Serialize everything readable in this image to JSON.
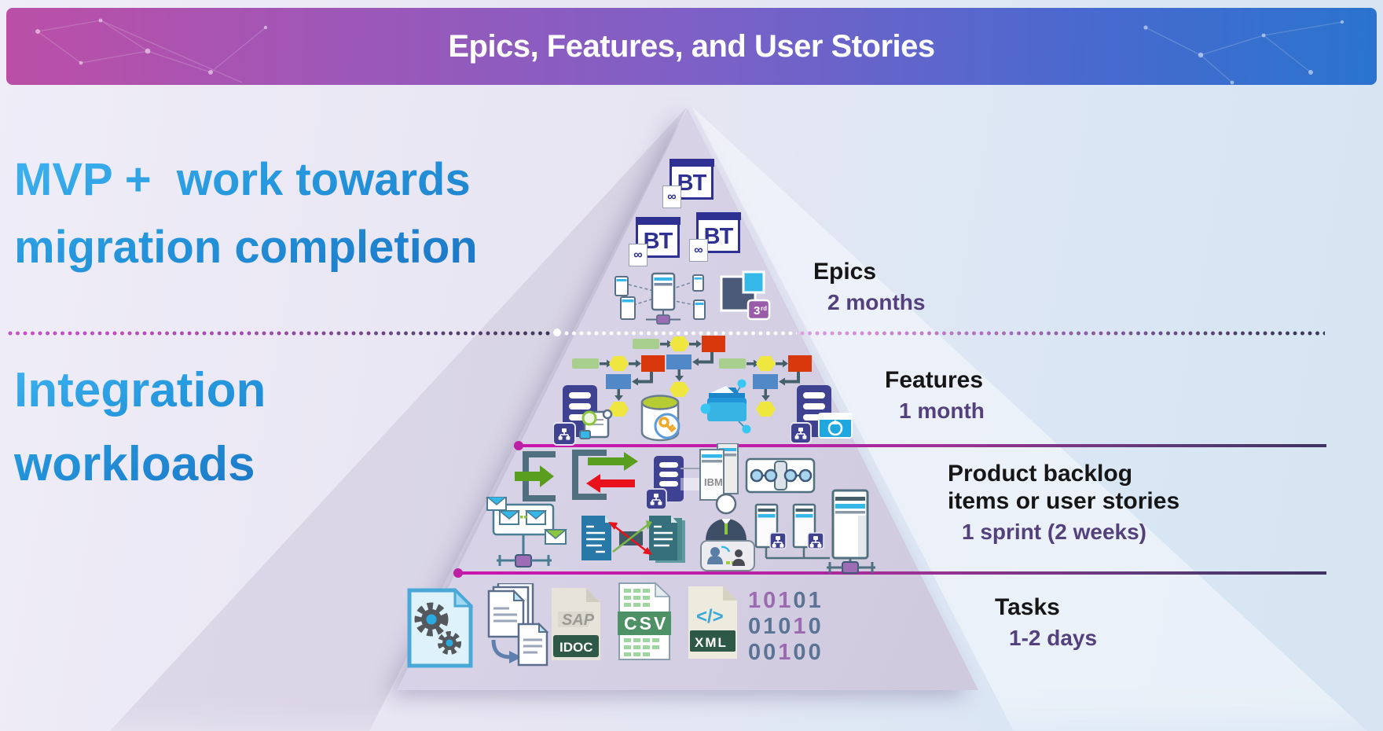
{
  "header": {
    "title": "Epics, Features, and User Stories"
  },
  "headlines": {
    "mvp": "MVP +  work towards\nmigration completion",
    "integration": "Integration\nworkloads"
  },
  "levels": [
    {
      "name": "Epics",
      "duration": "2 months"
    },
    {
      "name": "Features",
      "duration": "1 month"
    },
    {
      "name": "Product backlog\nitems or user stories",
      "duration": "1 sprint (2 weeks)"
    },
    {
      "name": "Tasks",
      "duration": "1-2 days"
    }
  ],
  "icons": {
    "bt_label": "BT",
    "infinity": "∞",
    "third_num": "3",
    "third_sup": "rd",
    "ibm": "IBM",
    "sap": "SAP",
    "idoc": "IDOC",
    "csv": "CSV",
    "xml": "XML",
    "code_glyph": "</>"
  },
  "binary": {
    "lines": [
      "10101",
      "01010",
      "00100"
    ],
    "purple_positions": [
      [
        0,
        1,
        2
      ],
      [
        3
      ],
      [
        2
      ]
    ],
    "purple": "#9b6ab0",
    "slate": "#5b7394"
  },
  "colors": {
    "banner_left": "#bb4fa7",
    "banner_right": "#2a74cd",
    "headline_blue_light": "#41b5f2",
    "headline_blue_dark": "#1b74c4",
    "pyramid_fill": "#d6d0e5",
    "separator_magenta": "#cb16ae",
    "separator_dark": "#3f3263",
    "duration_purple": "#53407c",
    "label_dark": "#161616"
  }
}
